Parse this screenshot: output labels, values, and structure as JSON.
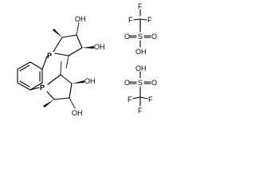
{
  "molecule": {
    "upper_ring": {
      "phosphorus": "P",
      "hydroxyl_top": "OH",
      "hydroxyl_right": "OH"
    },
    "lower_ring": {
      "phosphorus": "P",
      "hydroxyl_right": "OH",
      "hydroxyl_bottom": "OH"
    }
  },
  "triflic_acid_top": {
    "fluorine_top": "F",
    "fluorine_left": "F",
    "fluorine_bottom": "F",
    "oxygen_left": "O",
    "oxygen_right": "O",
    "sulfur": "S",
    "hydroxyl": "OH"
  },
  "triflic_acid_bottom": {
    "hydroxyl": "OH",
    "oxygen_left": "O",
    "oxygen_right": "O",
    "sulfur": "S",
    "fluorine_left": "F",
    "fluorine_right": "F",
    "fluorine_bottom": "F"
  }
}
